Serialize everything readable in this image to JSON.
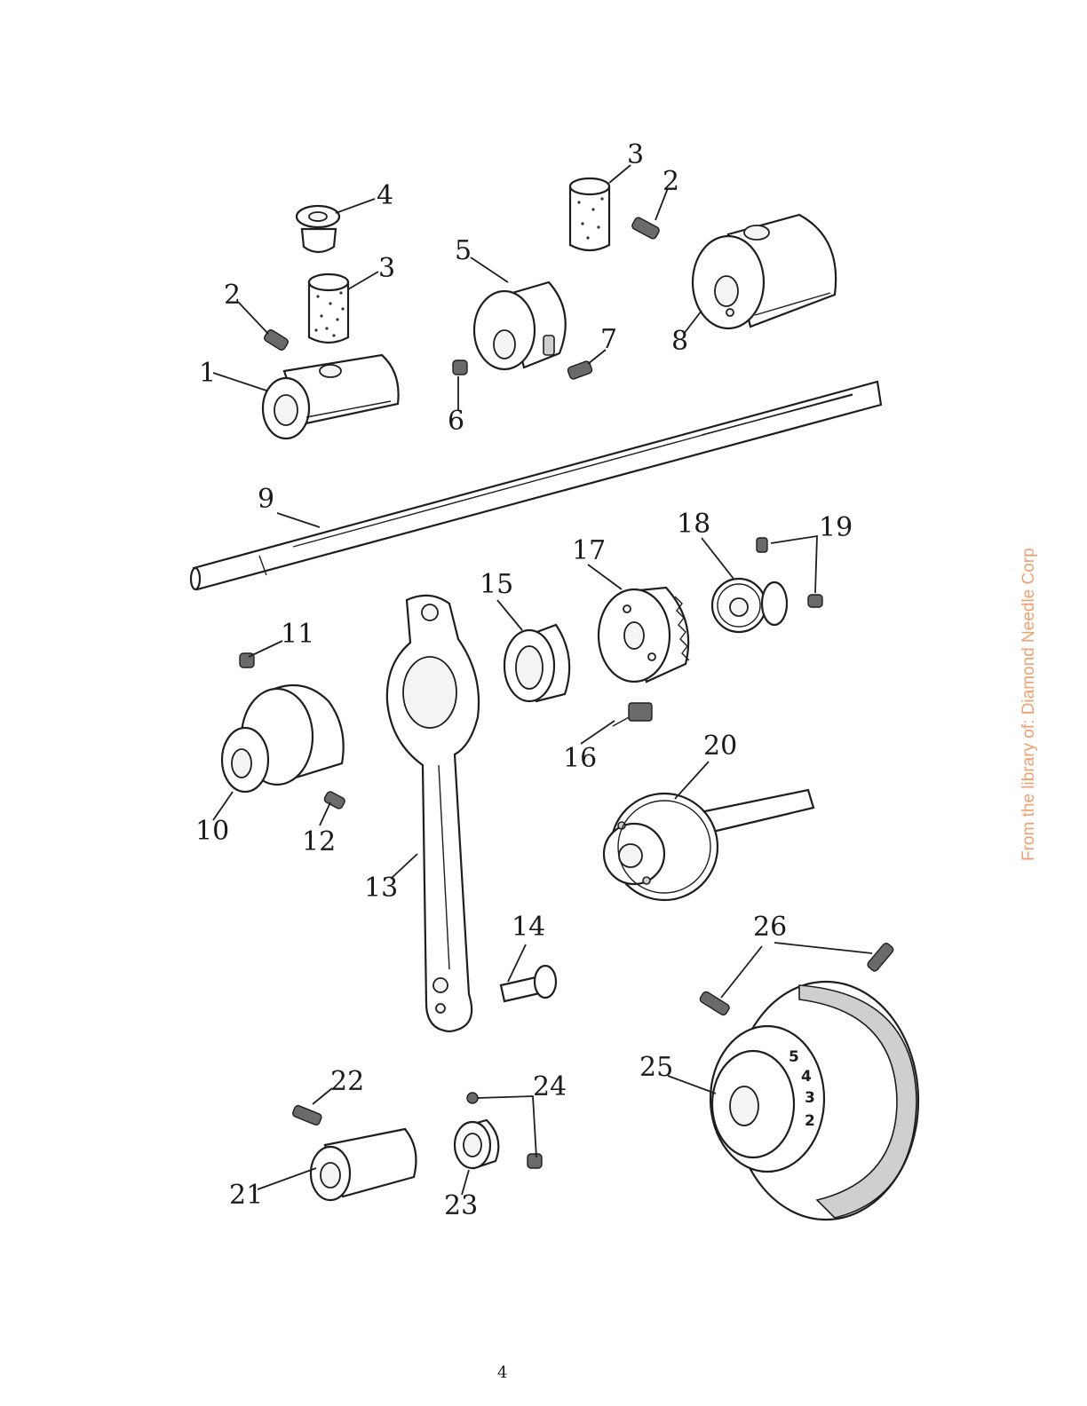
{
  "diagram": {
    "callouts": [
      "1",
      "2",
      "3",
      "4",
      "5",
      "6",
      "7",
      "8",
      "9",
      "10",
      "11",
      "12",
      "13",
      "14",
      "15",
      "16",
      "17",
      "18",
      "19",
      "20",
      "21",
      "22",
      "23",
      "24",
      "25",
      "26"
    ],
    "repeat_callouts": {
      "2": "2",
      "3": "3"
    },
    "dial_numbers": [
      "5",
      "4",
      "3",
      "2"
    ]
  },
  "page": {
    "number": "4"
  },
  "watermark": {
    "text": "From the library of: Diamond Needle Corp"
  }
}
